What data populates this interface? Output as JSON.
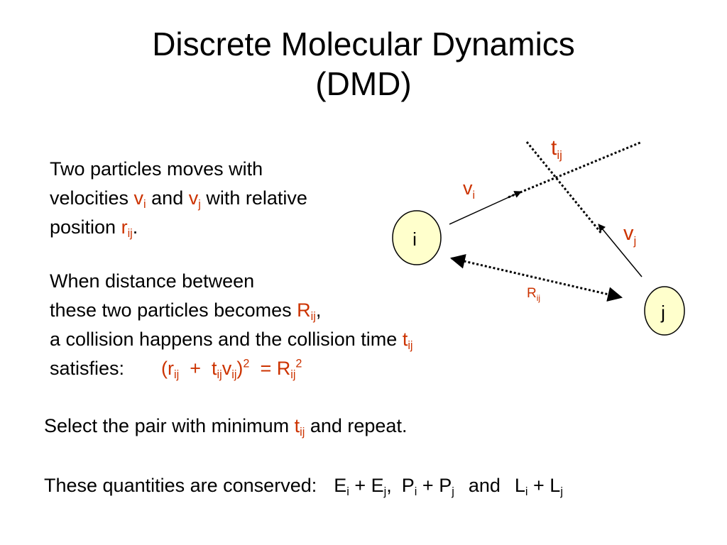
{
  "title": {
    "line1": "Discrete Molecular Dynamics",
    "line2": "(DMD)"
  },
  "para1": {
    "l1": "Two particles moves with",
    "l2_a": "velocities ",
    "v_sym": "v",
    "i_sub": "i",
    "l2_b": " and ",
    "j_sub": "j",
    "l2_c": " with relative",
    "l3_a": "position ",
    "r_sym": "r",
    "ij_sub": "ij",
    "l3_b": "."
  },
  "para2": {
    "l1": "When distance between",
    "l2_a": "these two particles becomes ",
    "R_sym": "R",
    "ij_sub": "ij",
    "l2_b": ",",
    "l3_a": "a collision happens and the collision time ",
    "t_sym": "t",
    "l4_a": "satisfies:",
    "eq_open": "(r",
    "eq_plus": "  +  t",
    "eq_v": "v",
    "eq_close": ")",
    "exp2": "2",
    "eq_equals": "  = R"
  },
  "line_select": {
    "a": "Select the pair with minimum ",
    "t_sym": "t",
    "ij_sub": "ij",
    "b": " and repeat."
  },
  "line_conserved": {
    "a": "These quantities are conserved:",
    "E": "E",
    "P": "P",
    "L": "L",
    "i_sub": "i",
    "j_sub": "j",
    "plus": " + ",
    "comma": ",",
    "and": "and"
  },
  "diagram": {
    "particle_i_label": "i",
    "particle_j_label": "j",
    "vi_label": "v",
    "vi_sub": "i",
    "vj_label": "v",
    "vj_sub": "j",
    "tij_label": "t",
    "tij_sub": "ij",
    "Rij_label": "R",
    "Rij_sub": "ij",
    "colors": {
      "particle_fill": "#ffffcc",
      "text_red": "#cc3300",
      "stroke": "#000000"
    }
  }
}
